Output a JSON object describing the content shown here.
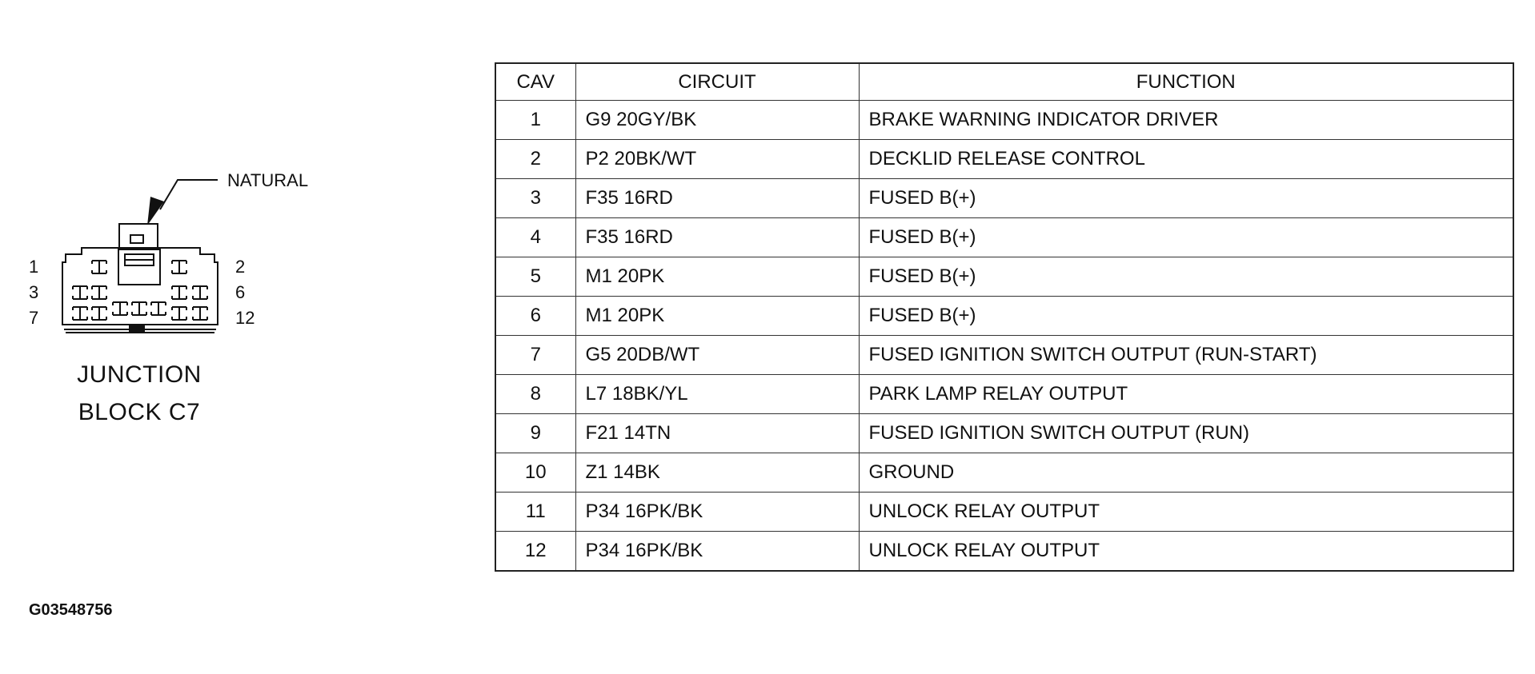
{
  "connector": {
    "color_label": "NATURAL",
    "pin_labels": {
      "top_left": "1",
      "top_right": "2",
      "mid_left": "3",
      "mid_right": "6",
      "bottom_left": "7",
      "bottom_right": "12"
    },
    "title_line1": "JUNCTION",
    "title_line2": "BLOCK C7"
  },
  "table": {
    "headers": {
      "cav": "CAV",
      "circuit": "CIRCUIT",
      "function": "FUNCTION"
    },
    "rows": [
      {
        "cav": "1",
        "circuit": "G9 20GY/BK",
        "function": "BRAKE WARNING INDICATOR DRIVER"
      },
      {
        "cav": "2",
        "circuit": "P2 20BK/WT",
        "function": "DECKLID RELEASE CONTROL"
      },
      {
        "cav": "3",
        "circuit": "F35 16RD",
        "function": "FUSED B(+)"
      },
      {
        "cav": "4",
        "circuit": "F35 16RD",
        "function": "FUSED B(+)"
      },
      {
        "cav": "5",
        "circuit": "M1 20PK",
        "function": "FUSED B(+)"
      },
      {
        "cav": "6",
        "circuit": "M1 20PK",
        "function": "FUSED B(+)"
      },
      {
        "cav": "7",
        "circuit": "G5 20DB/WT",
        "function": "FUSED IGNITION SWITCH OUTPUT (RUN-START)"
      },
      {
        "cav": "8",
        "circuit": "L7 18BK/YL",
        "function": "PARK LAMP RELAY OUTPUT"
      },
      {
        "cav": "9",
        "circuit": "F21 14TN",
        "function": "FUSED IGNITION SWITCH OUTPUT (RUN)"
      },
      {
        "cav": "10",
        "circuit": "Z1 14BK",
        "function": "GROUND"
      },
      {
        "cav": "11",
        "circuit": "P34 16PK/BK",
        "function": "UNLOCK RELAY OUTPUT"
      },
      {
        "cav": "12",
        "circuit": "P34 16PK/BK",
        "function": "UNLOCK RELAY OUTPUT"
      }
    ]
  },
  "figure_id": "G03548756"
}
